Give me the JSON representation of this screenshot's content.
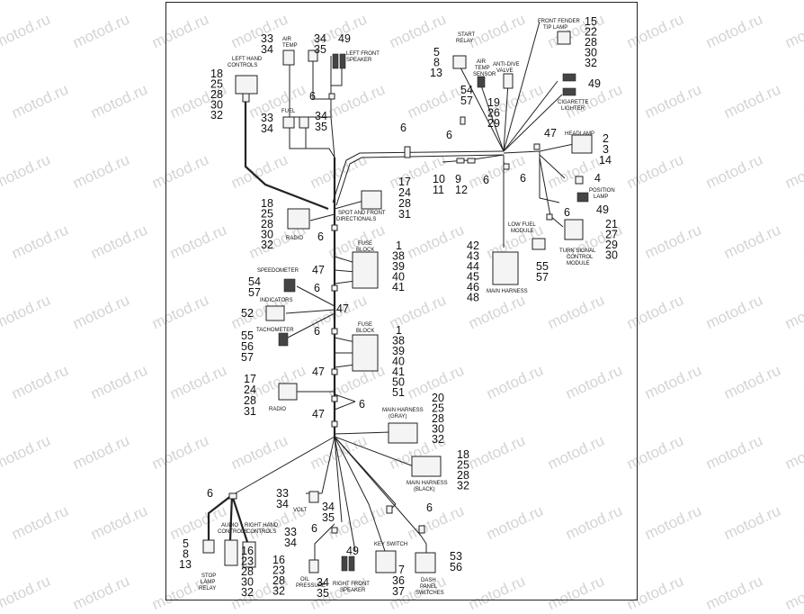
{
  "watermark": "motod.ru",
  "colors": {
    "line": "#222222",
    "watermark": "#d4d4d4",
    "background": "#ffffff"
  },
  "labels": {
    "left_hand_controls": [
      "LEFT HAND",
      "CONTROLS"
    ],
    "air_temp": [
      "AIR",
      "TEMP"
    ],
    "left_front_speaker": [
      "LEFT FRONT",
      "SPEAKER"
    ],
    "fuel": "FUEL",
    "start_relay": [
      "START",
      "RELAY"
    ],
    "air_temp_sensor": [
      "AIR",
      "TEMP",
      "SENSOR"
    ],
    "anti_dive_valve": [
      "ANTI-DIVE",
      "VALVE"
    ],
    "front_fender_tip_lamp": [
      "FRONT FENDER",
      "TIP LAMP"
    ],
    "cigarette_lighter": [
      "CIGARETTE",
      "LIGHTER"
    ],
    "headlamp": "HEADLAMP",
    "position_lamp": [
      "POSITION",
      "LAMP"
    ],
    "spot_and_front_directionals": [
      "SPOT AND FRONT",
      "DIRECTIONALS"
    ],
    "radio_top": "RADIO",
    "low_fuel_module": [
      "LOW FUEL",
      "MODULE"
    ],
    "turn_signal_control_module": [
      "TURN SIGNAL",
      "CONTROL",
      "MODULE"
    ],
    "fuse_block_1": [
      "FUSE",
      "BLOCK"
    ],
    "speedometer": "SPEEDOMETER",
    "main_harness_mid": "MAIN HARNESS",
    "indicators": "INDICATORS",
    "tachometer": "TACHOMETER",
    "fuse_block_2": [
      "FUSE",
      "BLOCK"
    ],
    "radio_bottom": "RADIO",
    "main_harness_gray": [
      "MAIN HARNESS",
      "(GRAY)"
    ],
    "main_harness_black": [
      "MAIN HARNESS",
      "(BLACK)"
    ],
    "volt": "VOLT",
    "audio_controls": [
      "AUDIO",
      "CONTROLS"
    ],
    "right_hand_controls": [
      "RIGHT HAND",
      "CONTROLS"
    ],
    "oil_pressure": [
      "OIL",
      "PRESSURE"
    ],
    "right_front_speaker": [
      "RIGHT FRONT",
      "SPEAKER"
    ],
    "key_switch": "KEY SWITCH",
    "dash_panel_switches": [
      "DASH",
      "PANEL",
      "SWITCHES"
    ],
    "stop_lamp_relay": [
      "STOP",
      "LAMP",
      "RELAY"
    ]
  },
  "callouts": {
    "air_temp_top": [
      "33",
      "34"
    ],
    "speaker_top": [
      "34",
      "35"
    ],
    "speaker_right": "49",
    "left_hand_controls": [
      "18",
      "25",
      "28",
      "30",
      "32"
    ],
    "left_clip": "6",
    "fuel": [
      "33",
      "34"
    ],
    "fuel_right": [
      "34",
      "35"
    ],
    "start_relay": [
      "5",
      "8",
      "13"
    ],
    "air_temp_sensor": [
      "54",
      "57"
    ],
    "anti_dive": [
      "19",
      "26",
      "29"
    ],
    "fender_tip": [
      "15",
      "22",
      "28",
      "30",
      "32"
    ],
    "cigarette": "49",
    "clip_center": "6",
    "clip_left_center": "6",
    "clip_10_11": [
      "10",
      "11"
    ],
    "clip_9_12": [
      "9",
      "12"
    ],
    "clip_right_a": "6",
    "clip_right_b": "6",
    "headlamp_47": "47",
    "headlamp": [
      "2",
      "3",
      "14"
    ],
    "position_4": "4",
    "position_49": "49",
    "spot_front": [
      "17",
      "24",
      "28",
      "31"
    ],
    "radio_top": [
      "18",
      "25",
      "28",
      "30",
      "32"
    ],
    "clip_radio": "6",
    "turn_signal": [
      "21",
      "27",
      "29",
      "30"
    ],
    "clip_turn": "6",
    "low_fuel": [
      "55",
      "57"
    ],
    "main_harness": [
      "42",
      "43",
      "44",
      "45",
      "46",
      "48"
    ],
    "fuse1_47": "47",
    "fuse1": [
      "1",
      "38",
      "39",
      "40",
      "41"
    ],
    "clip_fuse1": "6",
    "speedo": [
      "54",
      "57"
    ],
    "indicators": "52",
    "indicators_47": "47",
    "clip_mid": "6",
    "tach": [
      "55",
      "56",
      "57"
    ],
    "fuse2": [
      "1",
      "38",
      "39",
      "40",
      "41",
      "50",
      "51"
    ],
    "fuse2_47": "47",
    "radio_bottom": [
      "17",
      "24",
      "28",
      "31"
    ],
    "clip_radio_b": "6",
    "bot_47": "47",
    "gray": [
      "20",
      "25",
      "28",
      "30",
      "32"
    ],
    "black": [
      "18",
      "25",
      "28",
      "32"
    ],
    "volt_left": [
      "33",
      "34"
    ],
    "volt_right": [
      "34",
      "35"
    ],
    "clip_volt": "6",
    "oil_left": [
      "33",
      "34"
    ],
    "oil_bottom": [
      "34",
      "35"
    ],
    "rf_speaker": "49",
    "clip_audio": "6",
    "clip_key": "6",
    "stop_relay": [
      "5",
      "8",
      "13"
    ],
    "audio": [
      "16",
      "23",
      "28",
      "30",
      "32"
    ],
    "right_hand": [
      "16",
      "23",
      "28",
      "32"
    ],
    "key_switch": [
      "7",
      "36",
      "37"
    ],
    "dash_panel": [
      "53",
      "56"
    ]
  }
}
